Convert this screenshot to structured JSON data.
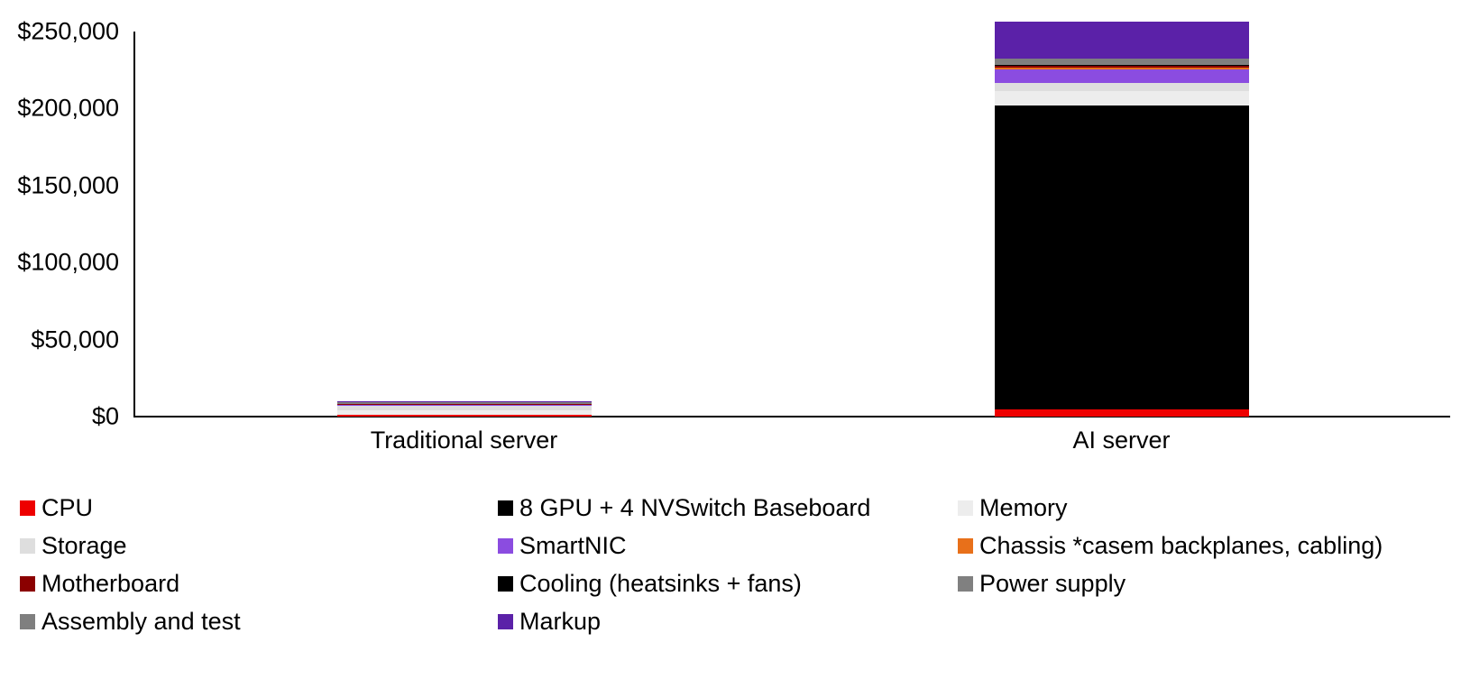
{
  "chart_data": {
    "type": "bar",
    "subtype": "stacked-bar",
    "title": "",
    "xlabel": "",
    "ylabel": "",
    "categories": [
      "Traditional server",
      "AI server"
    ],
    "ylim": [
      0,
      250000
    ],
    "ytick_labels": [
      "$0",
      "$50,000",
      "$100,000",
      "$150,000",
      "$200,000",
      "$250,000"
    ],
    "ytick_values": [
      0,
      50000,
      100000,
      150000,
      200000,
      250000
    ],
    "grid": false,
    "legend_position": "bottom",
    "series": [
      {
        "name": "CPU",
        "color": "#ee0000",
        "values": [
          1100,
          4700
        ]
      },
      {
        "name": "8 GPU + 4 NVSwitch Baseboard",
        "color": "#000000",
        "values": [
          0,
          197500
        ]
      },
      {
        "name": "Memory",
        "color": "#ededed",
        "values": [
          3200,
          9000
        ]
      },
      {
        "name": "Storage",
        "color": "#dedede",
        "values": [
          2500,
          5500
        ]
      },
      {
        "name": "SmartNIC",
        "color": "#8b4ce0",
        "values": [
          600,
          8800
        ]
      },
      {
        "name": "Chassis *casem backplanes, cabling)",
        "color": "#e8701a",
        "values": [
          350,
          1200
        ]
      },
      {
        "name": "Motherboard",
        "color": "#8b0000",
        "values": [
          350,
          1200
        ]
      },
      {
        "name": "Cooling (heatsinks + fans)",
        "color": "#000000",
        "values": [
          200,
          700
        ]
      },
      {
        "name": "Power supply",
        "color": "#808080",
        "values": [
          400,
          1800
        ]
      },
      {
        "name": "Assembly and test",
        "color": "#7f7f7f",
        "values": [
          500,
          2200
        ]
      },
      {
        "name": "Markup",
        "color": "#5b21a8",
        "values": [
          900,
          23800
        ]
      }
    ],
    "totals": [
      10100,
      256400
    ],
    "legend_entries": [
      {
        "label": "CPU",
        "color": "#ee0000"
      },
      {
        "label": "8 GPU + 4 NVSwitch Baseboard",
        "color": "#000000"
      },
      {
        "label": "Memory",
        "color": "#ededed"
      },
      {
        "label": "Storage",
        "color": "#dedede"
      },
      {
        "label": "SmartNIC",
        "color": "#8b4ce0"
      },
      {
        "label": "Chassis *casem backplanes, cabling)",
        "color": "#e8701a"
      },
      {
        "label": "Motherboard",
        "color": "#8b0000"
      },
      {
        "label": "Cooling (heatsinks + fans)",
        "color": "#000000"
      },
      {
        "label": "Power supply",
        "color": "#808080"
      },
      {
        "label": "Assembly and test",
        "color": "#7f7f7f"
      },
      {
        "label": "Markup",
        "color": "#5b21a8"
      }
    ]
  }
}
